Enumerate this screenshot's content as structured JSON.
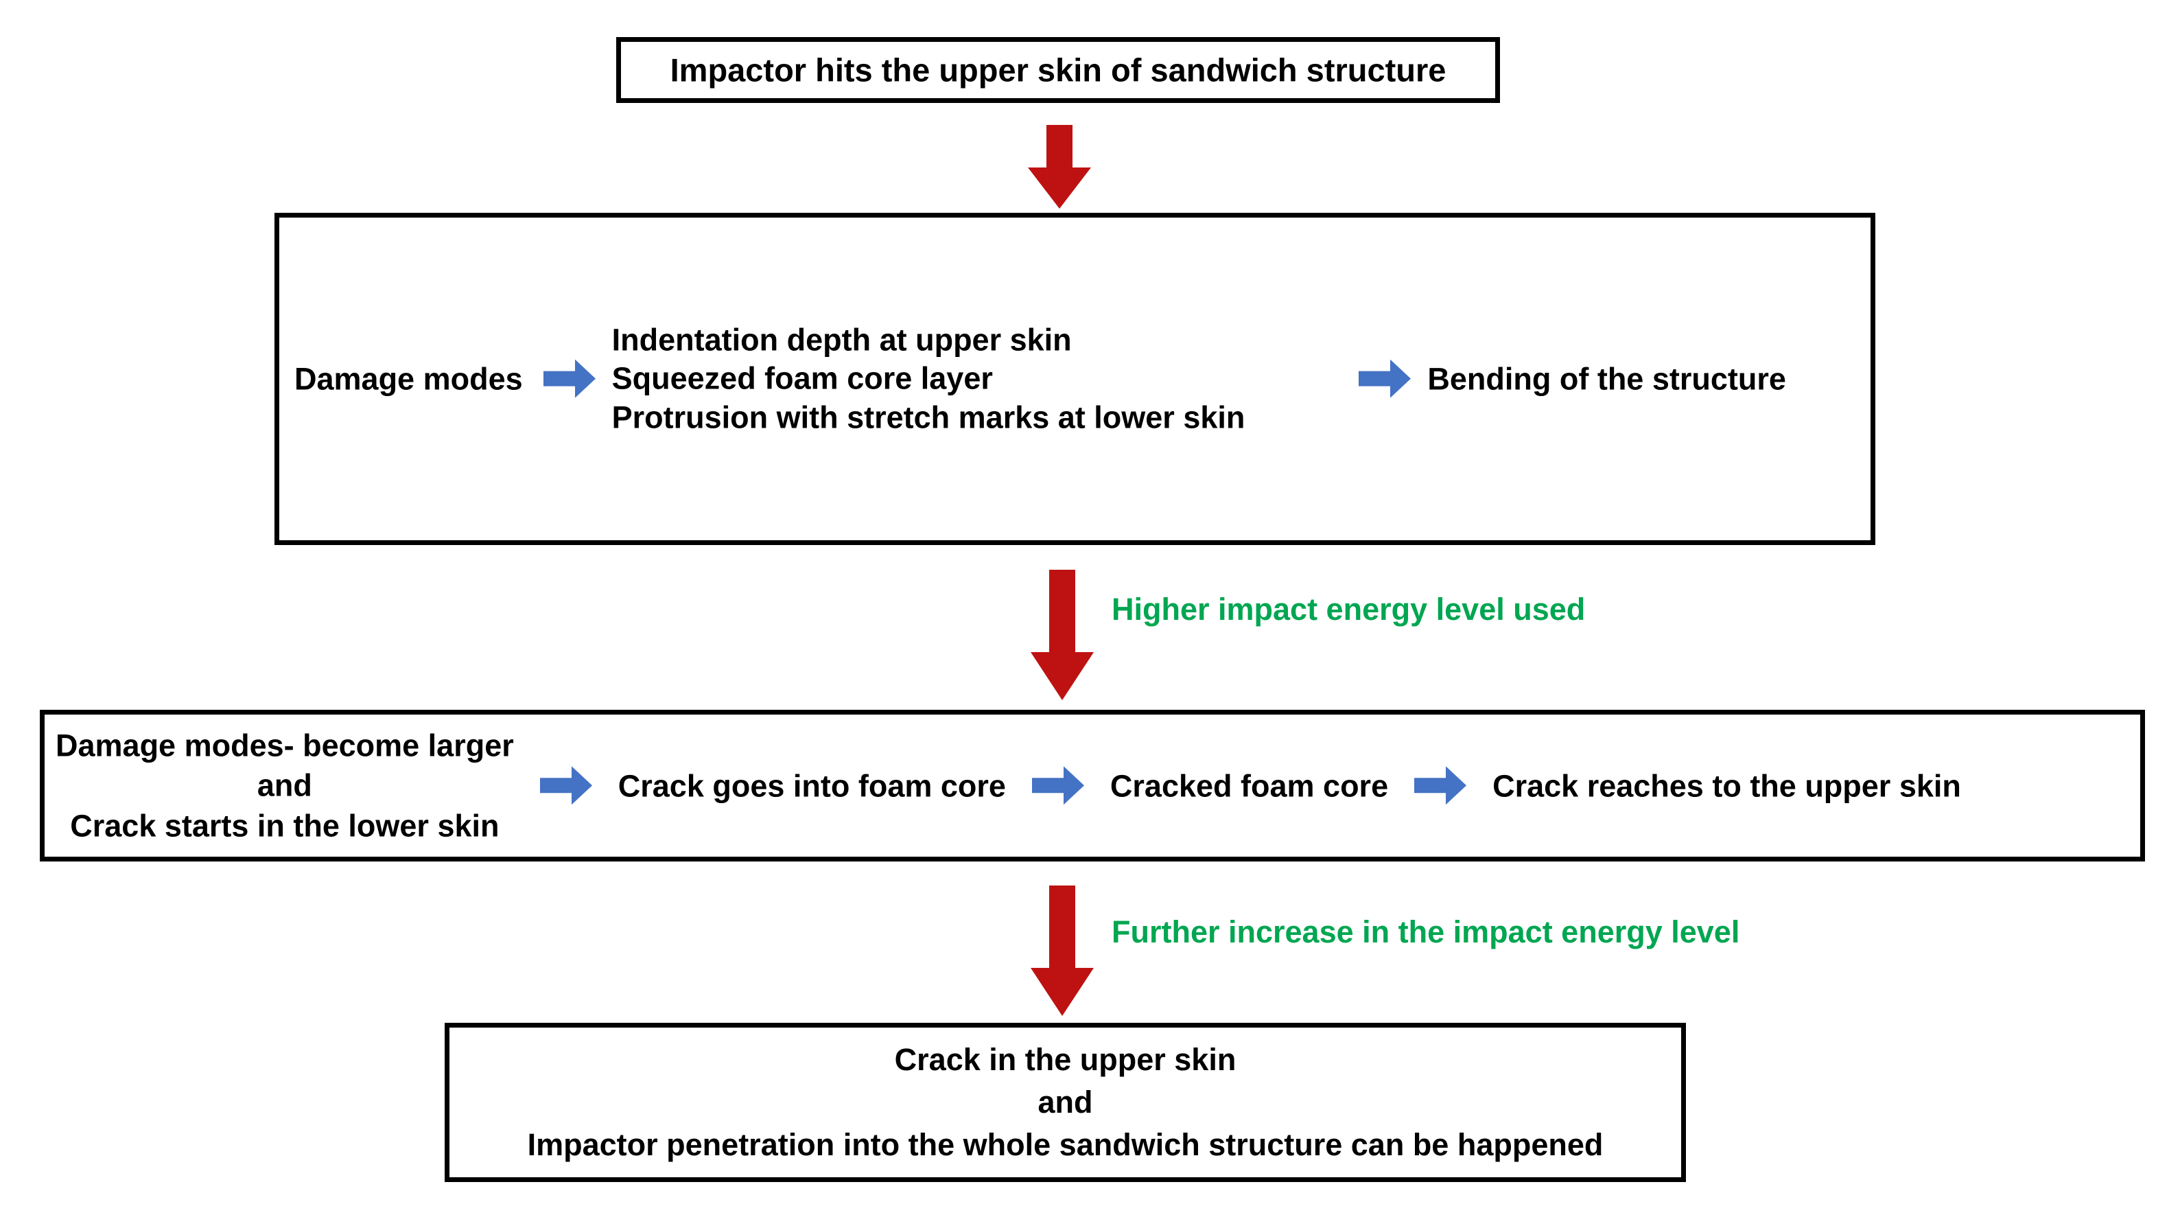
{
  "diagram": {
    "title_box": {
      "text": "Impactor hits the upper skin of sandwich structure"
    },
    "damage_box": {
      "label": "Damage modes",
      "modes": [
        "Indentation depth at upper skin",
        "Squeezed foam core layer",
        "Protrusion with stretch marks at lower skin"
      ],
      "result": "Bending of the structure"
    },
    "progression_box": {
      "first": [
        "Damage modes- become larger",
        "and",
        "Crack starts in the lower skin"
      ],
      "steps": [
        "Crack goes into foam core",
        "Cracked foam core",
        "Crack reaches to the upper skin"
      ]
    },
    "final_box": {
      "lines": [
        "Crack in the upper skin",
        "and",
        "Impactor penetration into the whole sandwich structure can be happened"
      ]
    },
    "transitions": [
      {
        "label": "Higher impact energy level used"
      },
      {
        "label": "Further increase in the impact energy level"
      }
    ],
    "colors": {
      "red_arrow": "#BE1212",
      "blue_arrow": "#4472C4",
      "green_text": "#00A651",
      "border": "#000000",
      "text": "#000000"
    },
    "icons": {
      "down_arrow": "red-down-arrow-icon",
      "right_arrow": "blue-right-arrow-icon"
    }
  }
}
